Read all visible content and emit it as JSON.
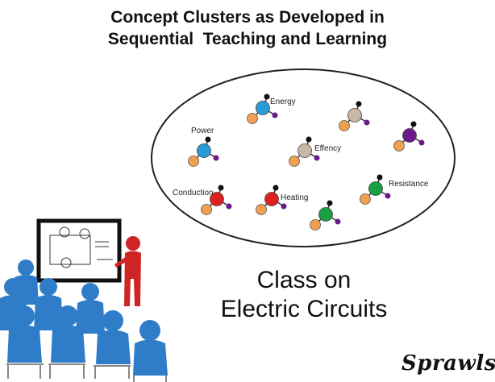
{
  "title": {
    "line1": "Concept Clusters as Developed in",
    "line2": "Sequential  Teaching and Learning"
  },
  "caption": {
    "line1": "Class on",
    "line2": "Electric Circuits"
  },
  "signature": "Sprawls",
  "concepts": [
    {
      "id": "energy",
      "label": "Energy",
      "color": "#2a9bd4"
    },
    {
      "id": "grey-top",
      "label": "",
      "color": "#c9b8a8"
    },
    {
      "id": "purple",
      "label": "",
      "color": "#6a1a8a"
    },
    {
      "id": "power",
      "label": "Power",
      "color": "#2a9bd4"
    },
    {
      "id": "effency",
      "label": "Effency",
      "color": "#c9b8a8"
    },
    {
      "id": "conduction",
      "label": "Conduction",
      "color": "#e02020"
    },
    {
      "id": "heating",
      "label": "Heating",
      "color": "#e02020"
    },
    {
      "id": "green-bottom",
      "label": "",
      "color": "#1aa040"
    },
    {
      "id": "resistance",
      "label": "Resistance",
      "color": "#1aa040"
    }
  ],
  "colors": {
    "ellipse_stroke": "#222222",
    "orange": "#f0a050",
    "small_purple": "#6a1a8a",
    "teacher": "#d02020",
    "students": "#2a7ac8"
  }
}
